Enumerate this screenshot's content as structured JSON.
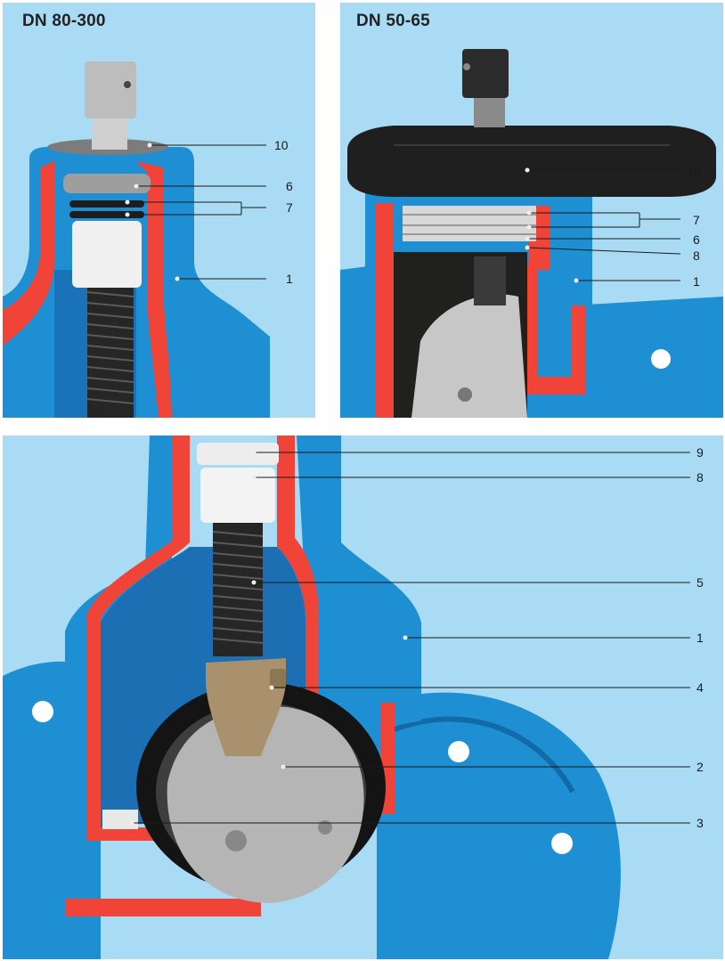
{
  "panels": {
    "top_left": {
      "title": "DN 80-300",
      "callouts": [
        "10",
        "6",
        "7",
        "1"
      ]
    },
    "top_right": {
      "title": "DN 50-65",
      "callouts": [
        "10",
        "7",
        "6",
        "8",
        "1"
      ]
    },
    "bottom": {
      "callouts": [
        "9",
        "8",
        "5",
        "1",
        "4",
        "2",
        "3"
      ]
    }
  },
  "colors": {
    "background_panel": "#a9dcf4",
    "valve_body": "#1e8fd2",
    "valve_body_dark": "#136aa8",
    "section_cut": "#ef4437",
    "stem": "#2a2a2a",
    "wedge_rubber": "#141414",
    "metal": "#b9b9b9",
    "nut_brass": "#a8916c",
    "bushing": "#f2f2f2",
    "leader_line": "#1a1a1a"
  },
  "icons": {
    "callout_marker": "small-dot",
    "bracket": "square-bracket"
  }
}
